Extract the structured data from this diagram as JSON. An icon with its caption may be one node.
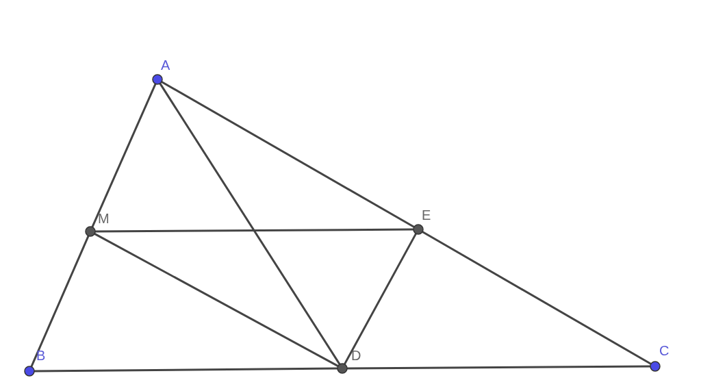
{
  "diagram": {
    "nodes": [
      {
        "text": [
          "A"
        ]
      },
      {
        "text": [
          "M"
        ]
      },
      {
        "text": [
          "E"
        ]
      },
      {
        "text": [
          "B"
        ]
      },
      {
        "text": [
          "D"
        ]
      },
      {
        "text": [
          "C"
        ]
      }
    ],
    "edges": [
      {
        "from": 0,
        "to": 1,
        "arrow": "none"
      },
      {
        "from": 0,
        "to": 4,
        "arrow": "none"
      },
      {
        "from": 0,
        "to": 2,
        "arrow": "none"
      },
      {
        "from": 1,
        "to": 2,
        "arrow": "none"
      },
      {
        "from": 1,
        "to": 3,
        "arrow": "none"
      },
      {
        "from": 1,
        "to": 4,
        "arrow": "none"
      },
      {
        "from": 2,
        "to": 4,
        "arrow": "none"
      },
      {
        "from": 2,
        "to": 5,
        "arrow": "none"
      },
      {
        "from": 3,
        "to": 4,
        "arrow": "none"
      },
      {
        "from": 4,
        "to": 5,
        "arrow": "none"
      }
    ]
  }
}
